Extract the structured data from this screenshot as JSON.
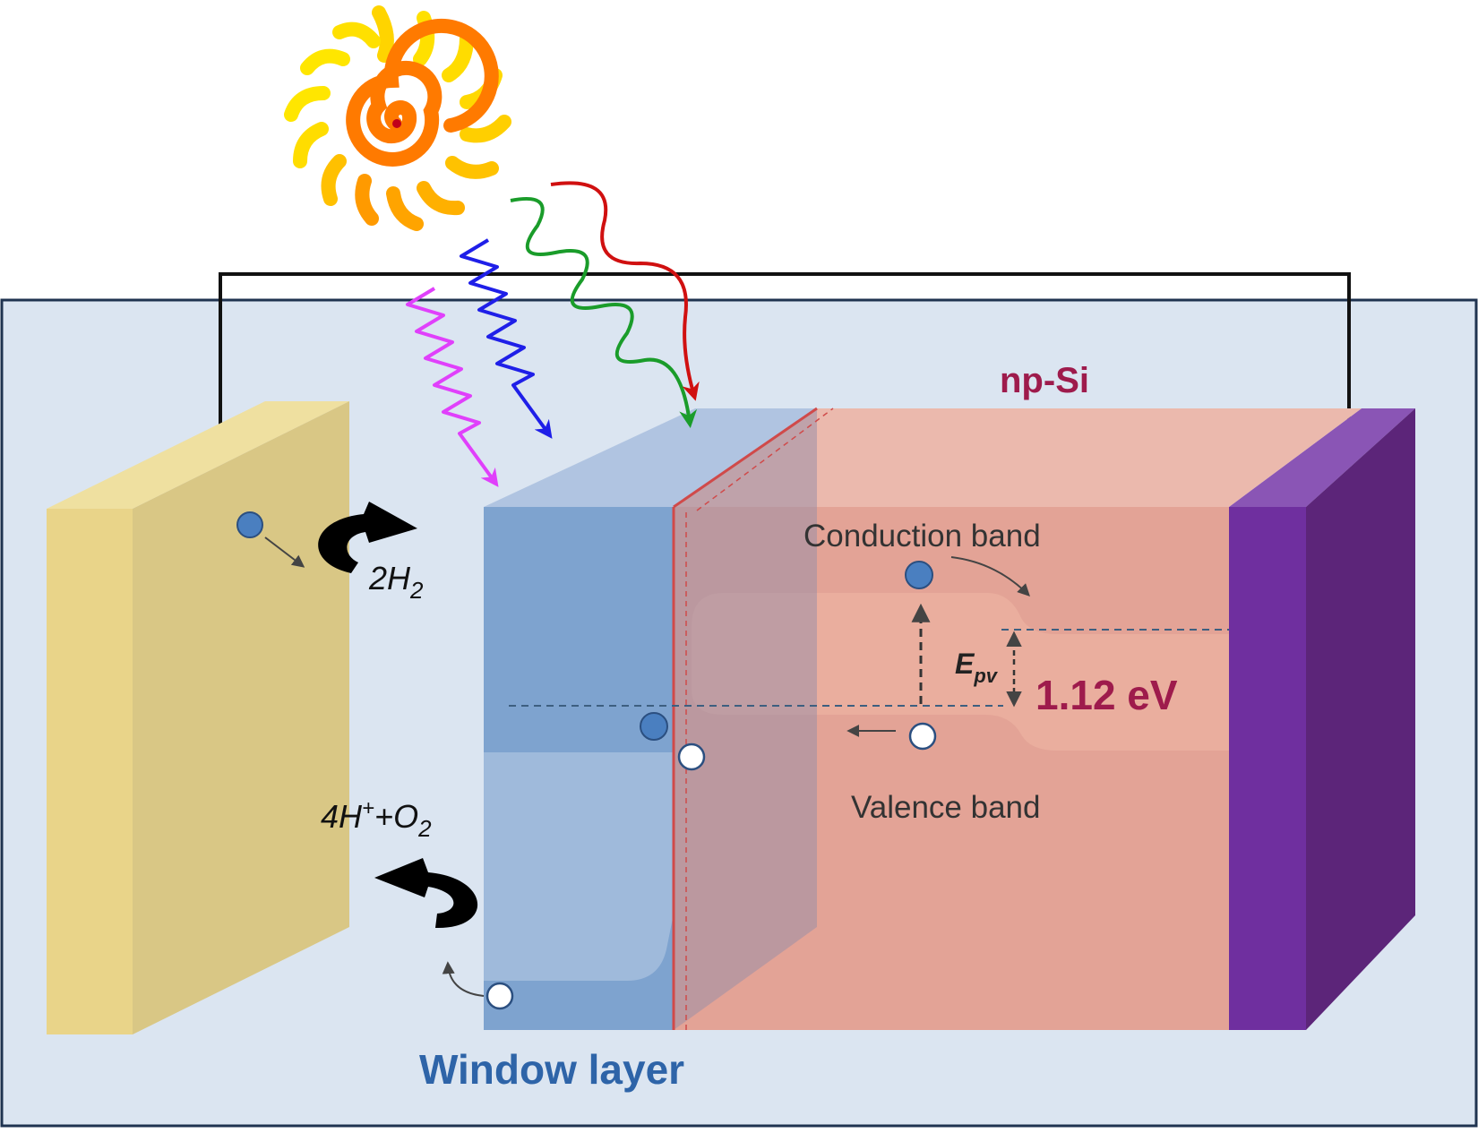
{
  "labels": {
    "material": "np-Si",
    "conduction_band": "Conduction band",
    "valence_band": "Valence band",
    "energy_symbol": "E",
    "energy_subscript": "pv",
    "bandgap_value": "1.12 eV",
    "window_layer": "Window layer",
    "product_h2_coef": "2H",
    "product_h2_sub": "2",
    "product_o2_prefix": "4H",
    "product_o2_sup": "+",
    "product_o2_mid": "+O",
    "product_o2_sub": "2"
  },
  "colors": {
    "background_panel": "#dbe5f1",
    "counter_electrode": "#e9d489",
    "window_layer": "#7ea3cf",
    "np_si": "#e6a195",
    "back_contact": "#6f2f9f",
    "accent_text": "#9e1b4c",
    "window_text": "#2e64a8",
    "photon_colors": [
      "#e040fb",
      "#1f1fe8",
      "#1a9c2a",
      "#d01010"
    ]
  },
  "icons": {
    "sun": "sun-icon",
    "arrows": "curved-reaction-arrow-icon"
  }
}
